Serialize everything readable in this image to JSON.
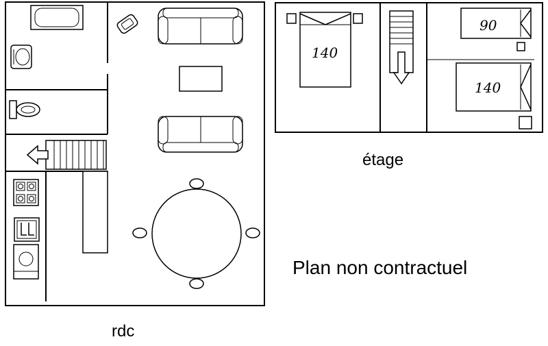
{
  "captions": {
    "ground_floor": "rdc",
    "upper_floor": "étage",
    "disclaimer": "Plan non contractuel"
  },
  "bed_labels": {
    "upper_left_bed": "140",
    "upper_right_top_bed": "90",
    "upper_right_bottom_bed": "140"
  },
  "icons": {
    "bathtub": "bathtub-icon",
    "toilet": "toilet-icon",
    "stove": "stove-icon",
    "dishwasher": "dishwasher-icon",
    "washing_machine": "washing-machine-icon",
    "sofa": "sofa-icon",
    "table": "table-icon",
    "staircase": "staircase-icon",
    "bed": "bed-icon"
  },
  "colors": {
    "line": "#000000",
    "background": "#ffffff"
  }
}
